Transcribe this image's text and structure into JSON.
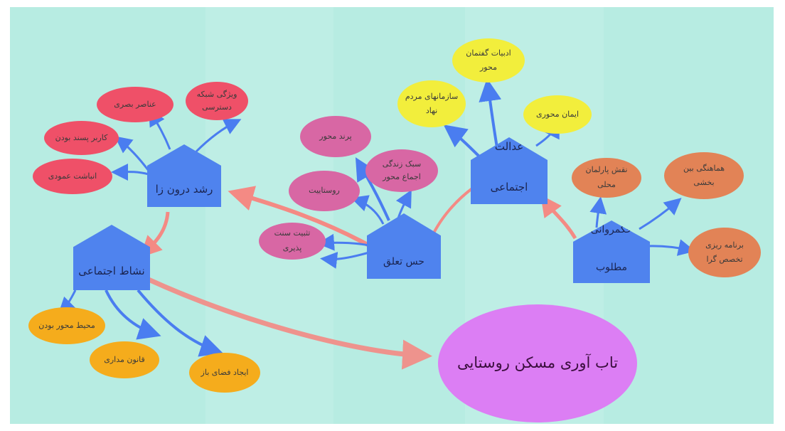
{
  "hubs": {
    "endogenous_growth": "رشد درون زا",
    "social_activity": "نشاط اجتماعی",
    "sense_of_belonging": "حس تعلق",
    "social_justice_line1": "عدالت",
    "social_justice_line2": "اجتماعی",
    "good_governance_line1": "حکمروانی",
    "good_governance_line2": "مطلوب"
  },
  "nodes": {
    "visual_elements": "عناصر بصری",
    "network_access_features_line1": "ویژگی شبکه",
    "network_access_features_line2": "دسترسی",
    "user_friendly": "کاربر پسند بودن",
    "vertical_accumulation": "انباشت عمودی",
    "bird_oriented": "پرند محور",
    "rurality": "روستاییت",
    "tradition_acceptance": "تثبیت سنت پذیری",
    "community_lifestyle_line1": "سبک زندگی",
    "community_lifestyle_line2": "اجماع محور",
    "discourse_literature_line1": "ادبیات گفتمان",
    "discourse_literature_line2": "محور",
    "ngos_line1": "سازمانهای مردم",
    "ngos_line2": "نهاد",
    "faith_orientation": "ایمان محوری",
    "local_parliament_role": "نقش پارلمان محلی",
    "intersectoral_coordination_line1": "هماهنگی بین",
    "intersectoral_coordination_line2": "بخشی",
    "specialized_planning_line1": "برنامه ریزی",
    "specialized_planning_line2": "تخصص گرا",
    "environment_centered": "محیط محور بودن",
    "rule_of_law": "قانون مداری",
    "open_space_creation": "ایجاد فضای باز",
    "rural_housing_resilience": "تاب آوری مسکن روستایی"
  },
  "colors": {
    "background": "#b7ece2",
    "hub": "#4f83ee",
    "arrow_blue": "#4a7df0",
    "arrow_salmon": "#f48a84",
    "red": "#ef5068",
    "pink": "#d867a4",
    "yellow": "#f2ee3c",
    "orange": "#f5ac1c",
    "brown": "#e28356",
    "purple": "#dc7ef4"
  }
}
